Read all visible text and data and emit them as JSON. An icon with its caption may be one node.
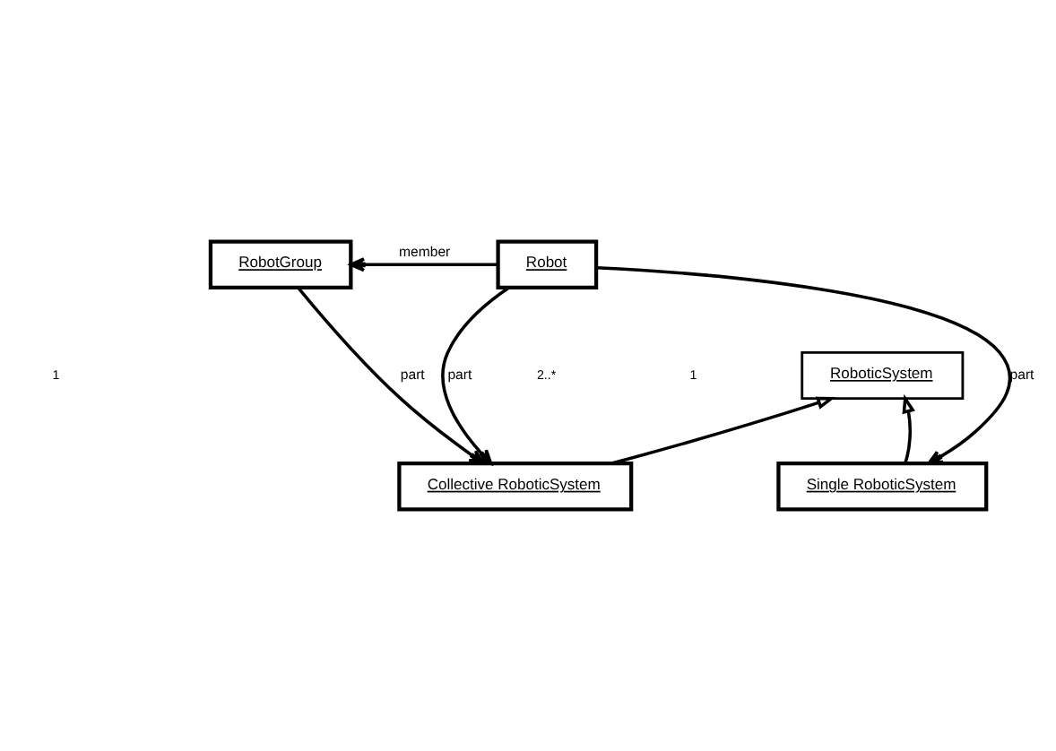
{
  "diagram": {
    "nodes": [
      {
        "text": [
          "RobotGroup"
        ]
      },
      {
        "text": [
          "Robot"
        ]
      },
      {
        "text": [
          "RoboticSystem"
        ]
      },
      {
        "text": [
          "Collective RoboticSystem"
        ]
      },
      {
        "text": [
          "Single RoboticSystem"
        ]
      }
    ],
    "edges": [
      {
        "from": 1,
        "to": 0,
        "arrow": "to",
        "label": "member"
      },
      {
        "from": 1,
        "to": 3,
        "arrow": "to",
        "label": "part"
      },
      {
        "from": 1,
        "to": 4,
        "arrow": "to",
        "label": "part"
      },
      {
        "from": 0,
        "to": 3,
        "arrow": "to",
        "label": "part"
      },
      {
        "from": 3,
        "to": 2,
        "arrow": "to"
      },
      {
        "from": 4,
        "to": 2,
        "arrow": "to"
      }
    ],
    "labels": [
      "1",
      "2..*",
      "1"
    ]
  }
}
